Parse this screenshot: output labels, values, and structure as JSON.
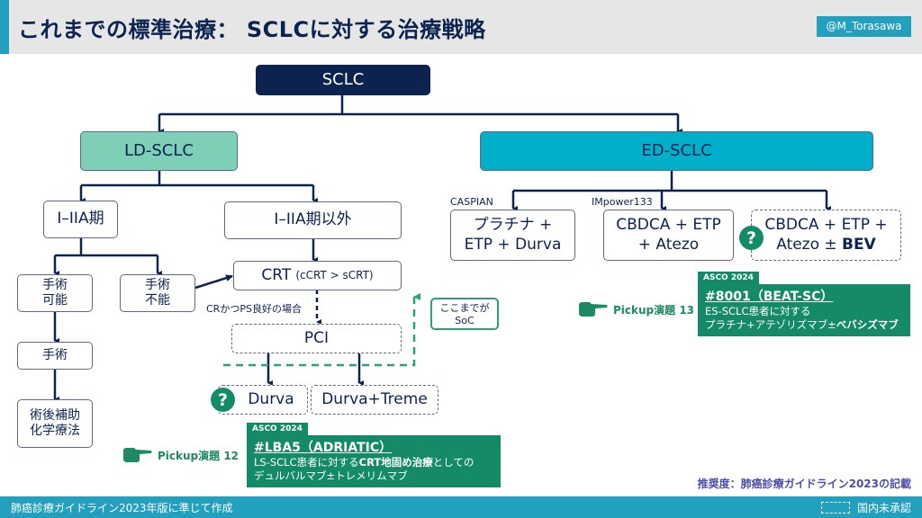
{
  "header": {
    "title": "これまでの標準治療： SCLCに対する治療戦略",
    "handle": "@M_Torasawa"
  },
  "diagram": {
    "root": "SCLC",
    "ld": {
      "label": "LD-SCLC",
      "early": "I–IIA期",
      "other": "I–IIA期以外",
      "resectable": [
        "手術",
        "可能"
      ],
      "unresectable": [
        "手術",
        "不能"
      ],
      "surgery": "手術",
      "adjuvant": [
        "術後補助",
        "化学療法"
      ],
      "crt_main": "CRT",
      "crt_sub": "(cCRT > sCRT)",
      "cr_condition": "CRかつPS良好の場合",
      "pci": "PCI",
      "durva": "Durva",
      "durva_treme": "Durva+Treme"
    },
    "ed": {
      "label": "ED-SCLC",
      "trial1": "CASPIAN",
      "trial2": "IMpower133",
      "regimen1": [
        "プラチナ +",
        "ETP + Durva"
      ],
      "regimen2": [
        "CBDCA + ETP",
        "+ Atezo"
      ],
      "regimen3_line1": "CBDCA + ETP +",
      "regimen3_line2_prefix": "Atezo ± ",
      "regimen3_line2_bold": "BEV"
    },
    "soc_bubble": [
      "ここまでが",
      "SoC"
    ],
    "question_icon": "?"
  },
  "pickups": [
    {
      "label": "Pickup演題 12",
      "tag": "ASCO 2024",
      "code": "#LBA5（ADRIATIC）",
      "desc1_prefix": "LS-SCLC患者に対する",
      "desc1_bold": "CRT地固め治療",
      "desc1_suffix": "としての",
      "desc2": "デュルバルマブ±トレメリムマブ"
    },
    {
      "label": "Pickup演題 13",
      "tag": "ASCO 2024",
      "code": "#8001（BEAT-SC）",
      "desc1": "ES-SCLC患者に対する",
      "desc2_prefix": "プラチナ+アテゾリズマブ±",
      "desc2_bold": "ベバシズマブ"
    }
  ],
  "recommendation": "推奨度：肺癌診療ガイドライン2023の記載",
  "footer": {
    "source": "肺癌診療ガイドライン2023年版に準じて作成",
    "legend": "国内未承認"
  },
  "colors": {
    "navy": "#0c2350",
    "ld_green": "#7dcfb6",
    "ed_cyan": "#00b0ca",
    "accent_teal": "#23a0bd",
    "asco_green": "#148a68",
    "soc_green": "#2f9e7a",
    "recommend_purple": "#4b4fa8"
  }
}
